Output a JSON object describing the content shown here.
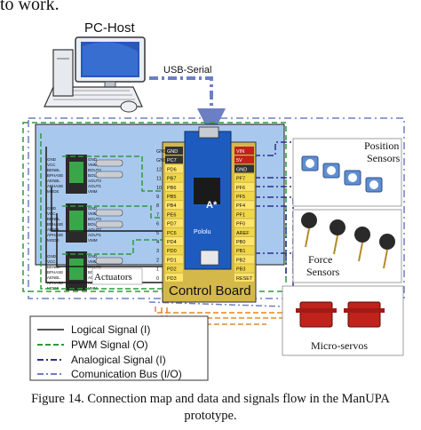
{
  "top_text": "to work.",
  "pc_host_label": "PC-Host",
  "usb_label": "USB-Serial",
  "position_sensors_label_line1": "Position",
  "position_sensors_label_line2": "Sensors",
  "force_sensors_label_line1": "Force",
  "force_sensors_label_line2": "Sensors",
  "actuators_label": "Actuators",
  "control_board_label": "Control Board",
  "micro_servos_label": "Micro-servos",
  "board_brand": "Pololu",
  "board_model": "A*",
  "legend": [
    {
      "label": "Logical Signal (I)",
      "color": "#1a1a1a",
      "style": "solid"
    },
    {
      "label": "PWM Signal (O)",
      "color": "#2e9a3a",
      "style": "dashed"
    },
    {
      "label": "Analogical Signal (I)",
      "color": "#2a2f8c",
      "style": "dashdot"
    },
    {
      "label": "Comunication Bus (I/O)",
      "color": "#6d7fc4",
      "style": "dashdot"
    }
  ],
  "caption_line1": "Figure 14. Connection map and data and signals flow in the ManUPA",
  "caption_line2": "prototype.",
  "pins_left": [
    "GND",
    "GND",
    "12",
    "11",
    "10",
    "9",
    "8",
    "7",
    "6",
    "5",
    "4",
    "3",
    "2",
    "1",
    "0"
  ],
  "pins_left_labels": [
    "GND",
    "PC7",
    "PD6",
    "PB7",
    "PB6",
    "PB5",
    "PB4",
    "PE6",
    "PD7",
    "PC6",
    "PD4",
    "PD0",
    "PD1",
    "PD2",
    "PD3"
  ],
  "pins_right": [
    "VIN",
    "5V",
    "GND",
    "PF7",
    "PF6",
    "PF5",
    "PF4",
    "PF1",
    "PF0",
    "AREF",
    "PB0",
    "PB1",
    "PB2",
    "PB3",
    "RESET"
  ],
  "driver_pins_left": [
    "GND",
    "VCC",
    "BENBL",
    "BPHASE",
    "AENBL",
    "APHASE",
    "MODE"
  ],
  "driver_pins_right": [
    "GND",
    "VMM",
    "BOUT2",
    "BOUT1",
    "AOUT2",
    "AOUT1",
    "VMM"
  ],
  "colors": {
    "blue_region": "#a9c8ee",
    "logical": "#1a1a1a",
    "pwm": "#2e9a3a",
    "analog": "#2a2f8c",
    "bus": "#6d7fc4",
    "servo_wire": "#e08a2a",
    "servo_red": "#c0221c"
  }
}
